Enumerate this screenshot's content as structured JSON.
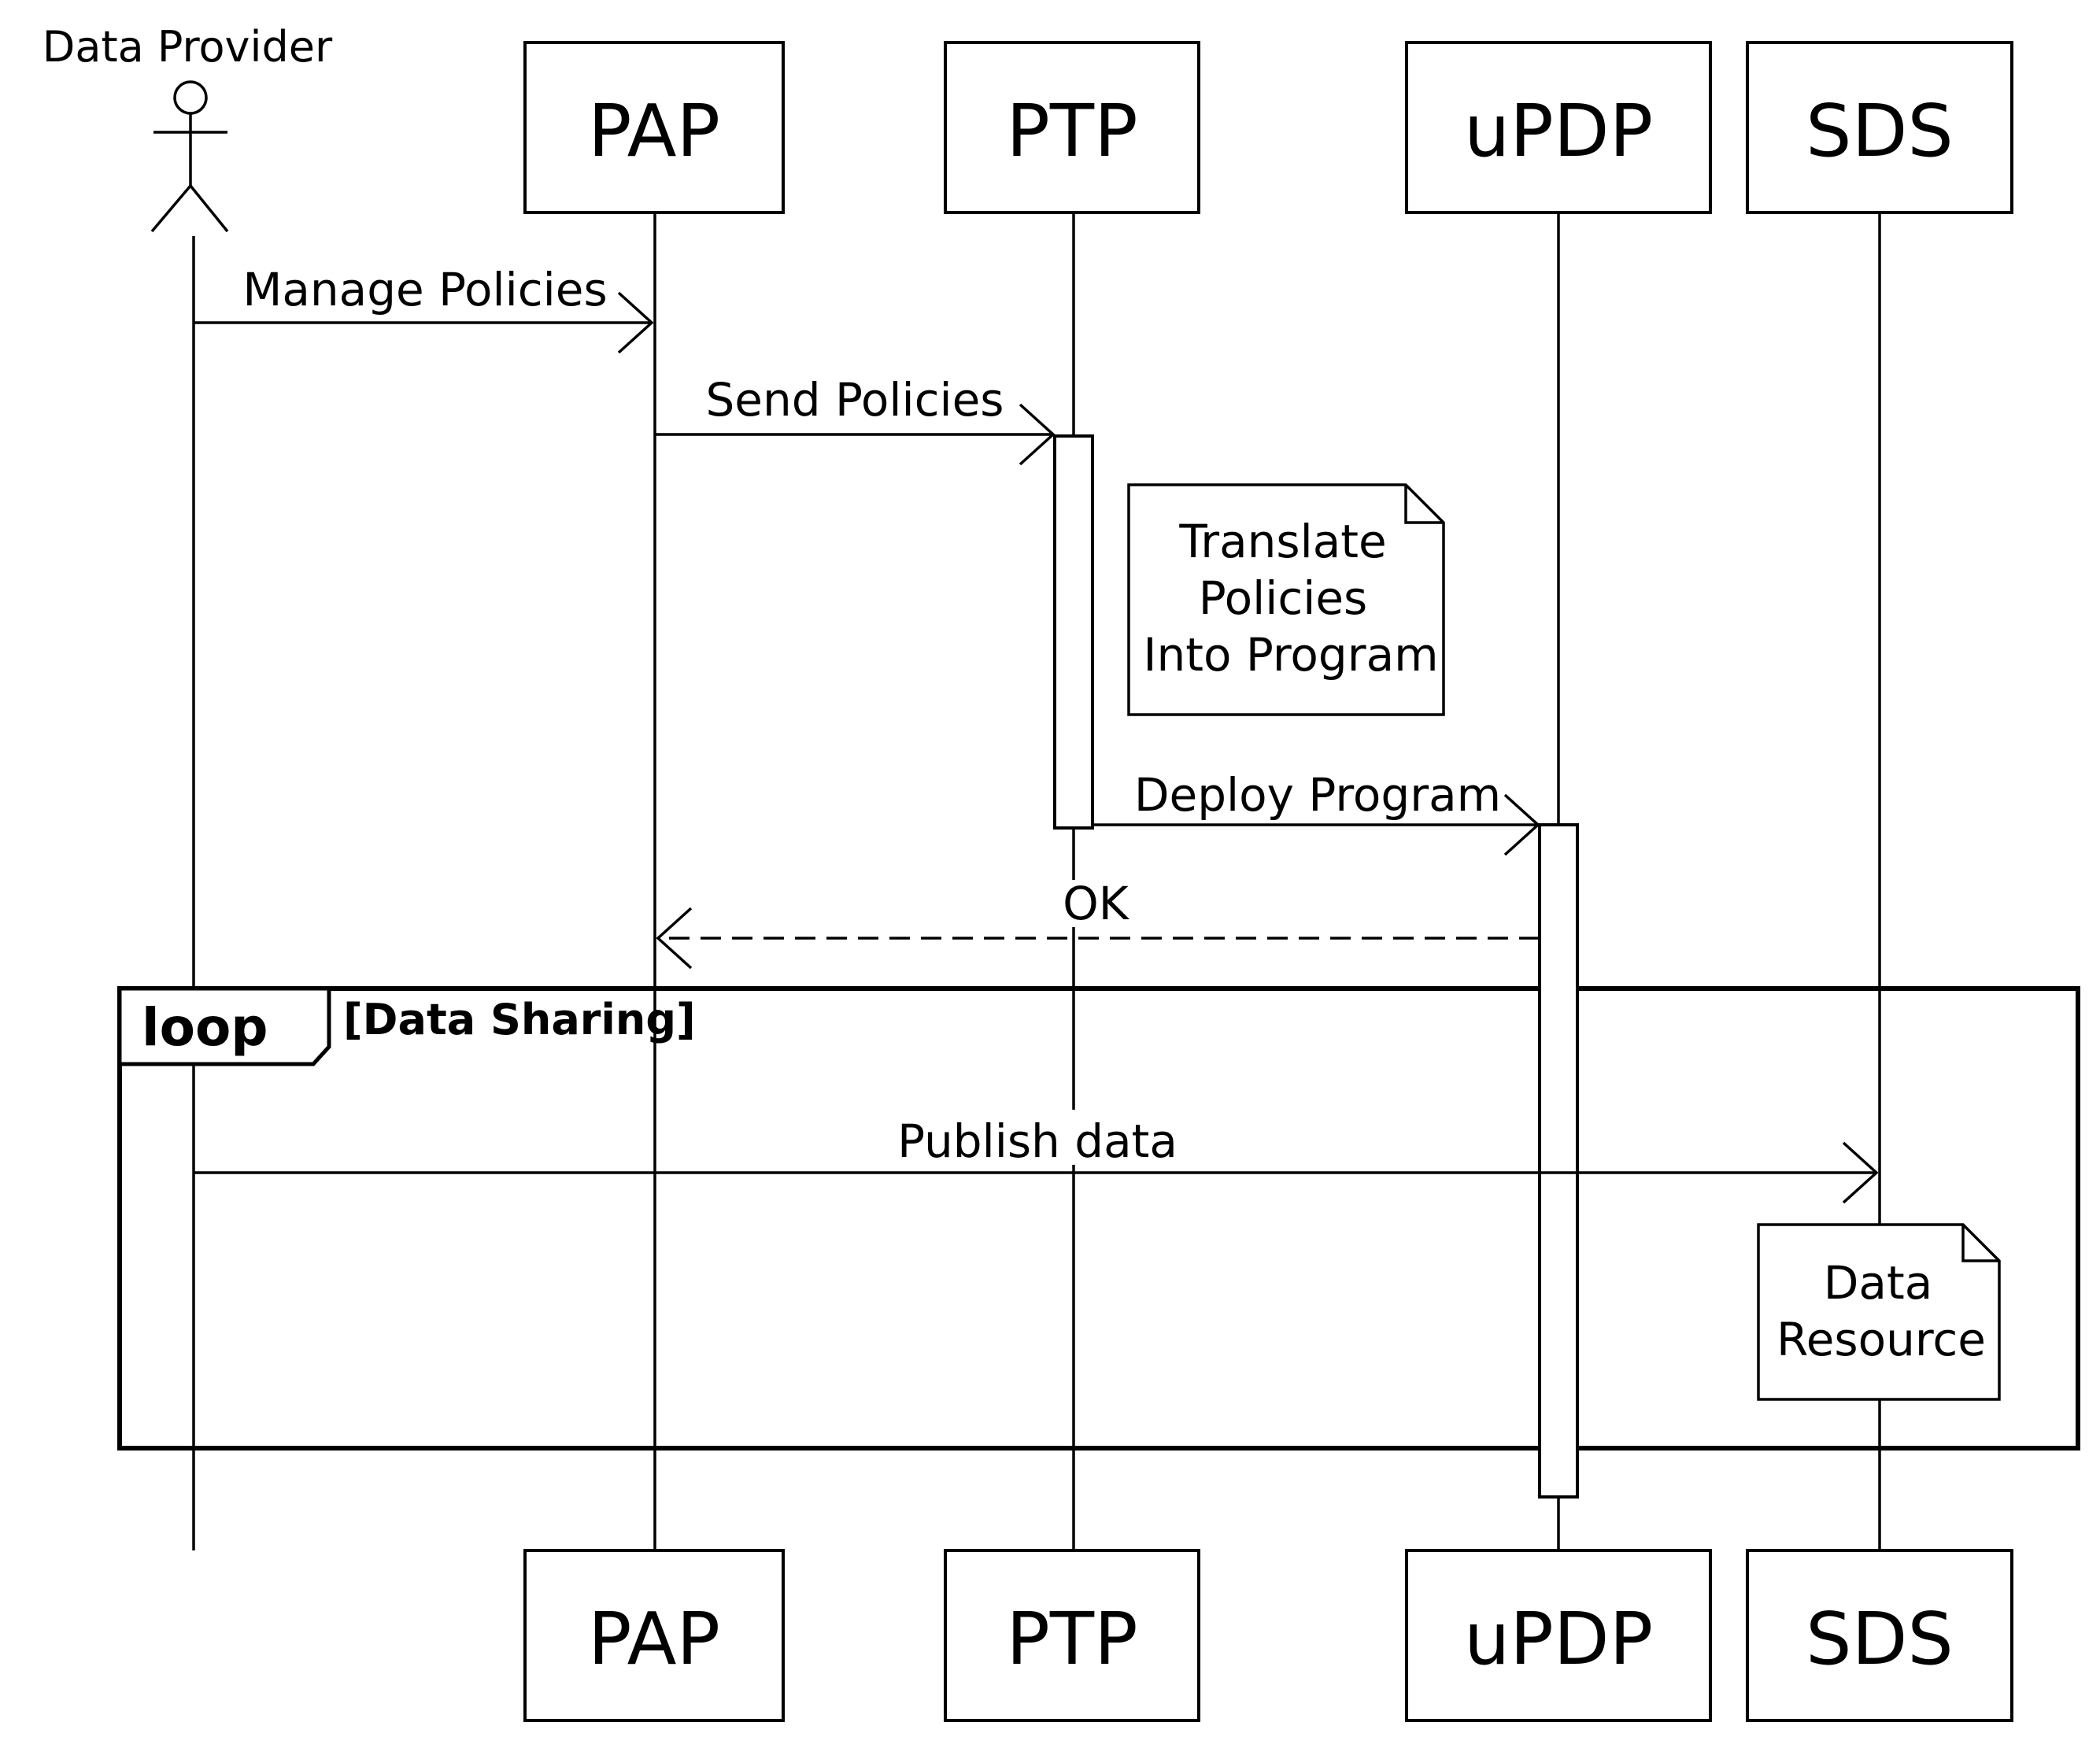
{
  "actor": {
    "name": "Data Provider"
  },
  "participants": [
    "PAP",
    "PTP",
    "uPDP",
    "SDS"
  ],
  "messages": {
    "manage_policies": "Manage Policies",
    "send_policies": "Send Policies",
    "deploy_program": "Deploy Program",
    "ok": "OK",
    "publish_data": "Publish data"
  },
  "notes": {
    "translate": [
      "Translate",
      "Policies",
      "Into Program"
    ],
    "data_resource": [
      "Data",
      "Resource"
    ]
  },
  "loop": {
    "label": "loop",
    "guard": "[Data Sharing]"
  }
}
